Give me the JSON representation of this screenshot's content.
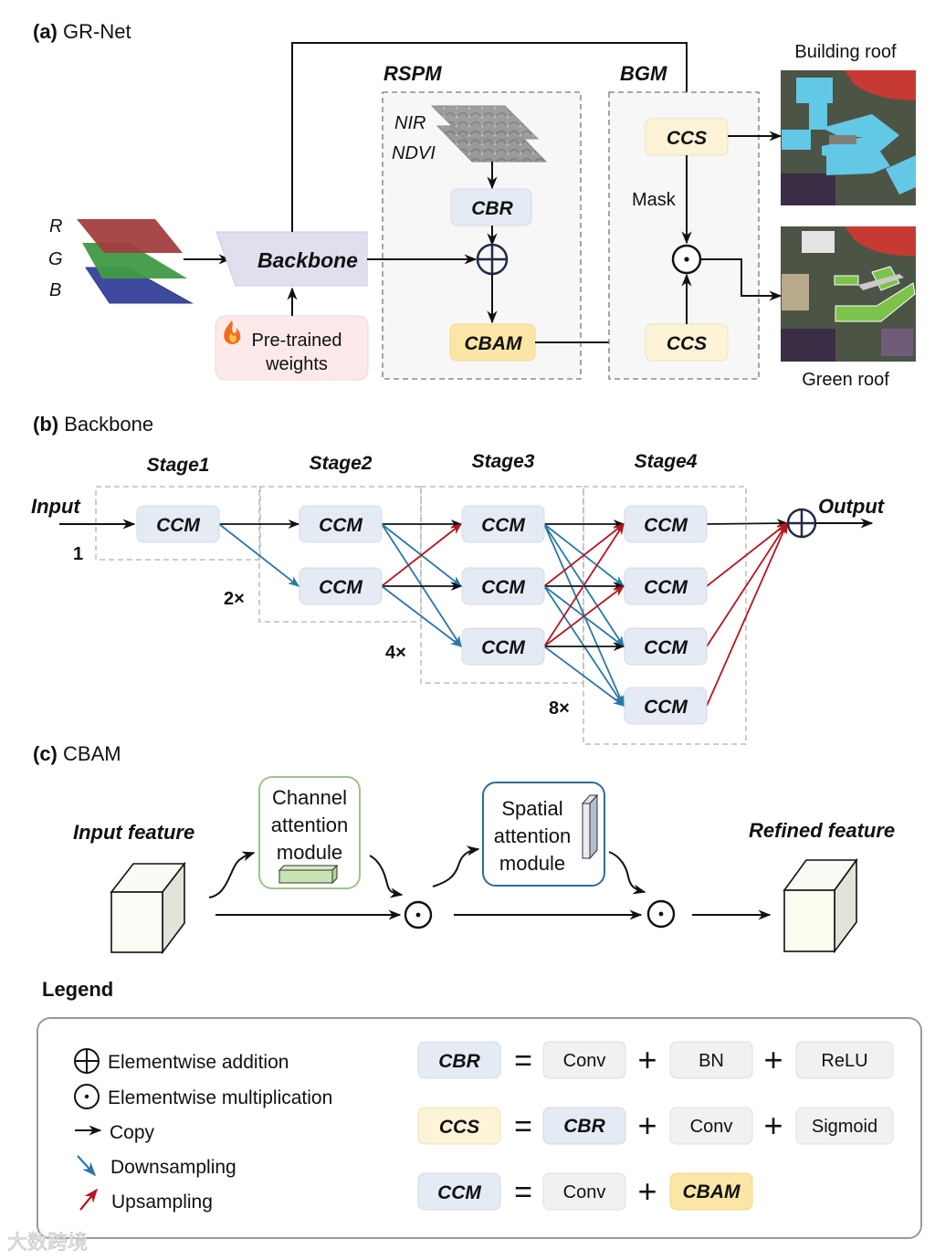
{
  "section_a": {
    "prefix": "(a)",
    "title": "GR-Net",
    "rgb_labels": [
      "R",
      "G",
      "B"
    ],
    "backbone_label": "Backbone",
    "pretrained_label_line1": "Pre-trained",
    "pretrained_label_line2": "weights",
    "fire_icon": "fire-icon",
    "rspm_title": "RSPM",
    "nir_label": "NIR",
    "ndvi_label": "NDVI",
    "cbr_label": "CBR",
    "cbam_label": "CBAM",
    "bgm_title": "BGM",
    "ccs_top_label": "CCS",
    "ccs_bottom_label": "CCS",
    "mask_label": "Mask",
    "building_roof_label": "Building roof",
    "green_roof_label": "Green roof"
  },
  "section_b": {
    "prefix": "(b)",
    "title": "Backbone",
    "input_label": "Input",
    "output_label": "Output",
    "stages": [
      {
        "name": "Stage1",
        "scale": "1",
        "modules": 1
      },
      {
        "name": "Stage2",
        "scale": "2×",
        "modules": 2
      },
      {
        "name": "Stage3",
        "scale": "4×",
        "modules": 3
      },
      {
        "name": "Stage4",
        "scale": "8×",
        "modules": 4
      }
    ],
    "module_label": "CCM"
  },
  "section_c": {
    "prefix": "(c)",
    "title": "CBAM",
    "input_feature_label": "Input feature",
    "refined_feature_label": "Refined feature",
    "channel_module_lines": [
      "Channel",
      "attention",
      "module"
    ],
    "spatial_module_lines": [
      "Spatial",
      "attention",
      "module"
    ]
  },
  "legend": {
    "title": "Legend",
    "symbols": [
      {
        "icon": "circle-plus-icon",
        "label": "Elementwise addition"
      },
      {
        "icon": "circle-dot-icon",
        "label": "Elementwise multiplication"
      },
      {
        "icon": "arrow-right-icon",
        "label": "Copy"
      },
      {
        "icon": "arrow-down-right-icon",
        "label": "Downsampling"
      },
      {
        "icon": "arrow-up-right-icon",
        "label": "Upsampling"
      }
    ],
    "equations": [
      {
        "lhs": "CBR",
        "terms": [
          "Conv",
          "BN",
          "ReLU"
        ]
      },
      {
        "lhs": "CCS",
        "terms": [
          "CBR",
          "Conv",
          "Sigmoid"
        ]
      },
      {
        "lhs": "CCM",
        "terms": [
          "Conv",
          "CBAM"
        ]
      }
    ],
    "equals_sign": "=",
    "plus_sign": "+"
  },
  "colors": {
    "downsample_blue": "#2a77a8",
    "upsample_red": "#b5161f",
    "ccm_fill": "#e4ebf4",
    "ccs_fill": "#fdf3d6",
    "cbam_fill": "#fbe6a6",
    "op_fill": "#f1f1f1",
    "backbone_fill": "#e3deee",
    "pretrained_fill": "#fce9ea",
    "channel_border": "#9dc48a",
    "spatial_border": "#2f6d96"
  },
  "watermark": "大数跨境"
}
